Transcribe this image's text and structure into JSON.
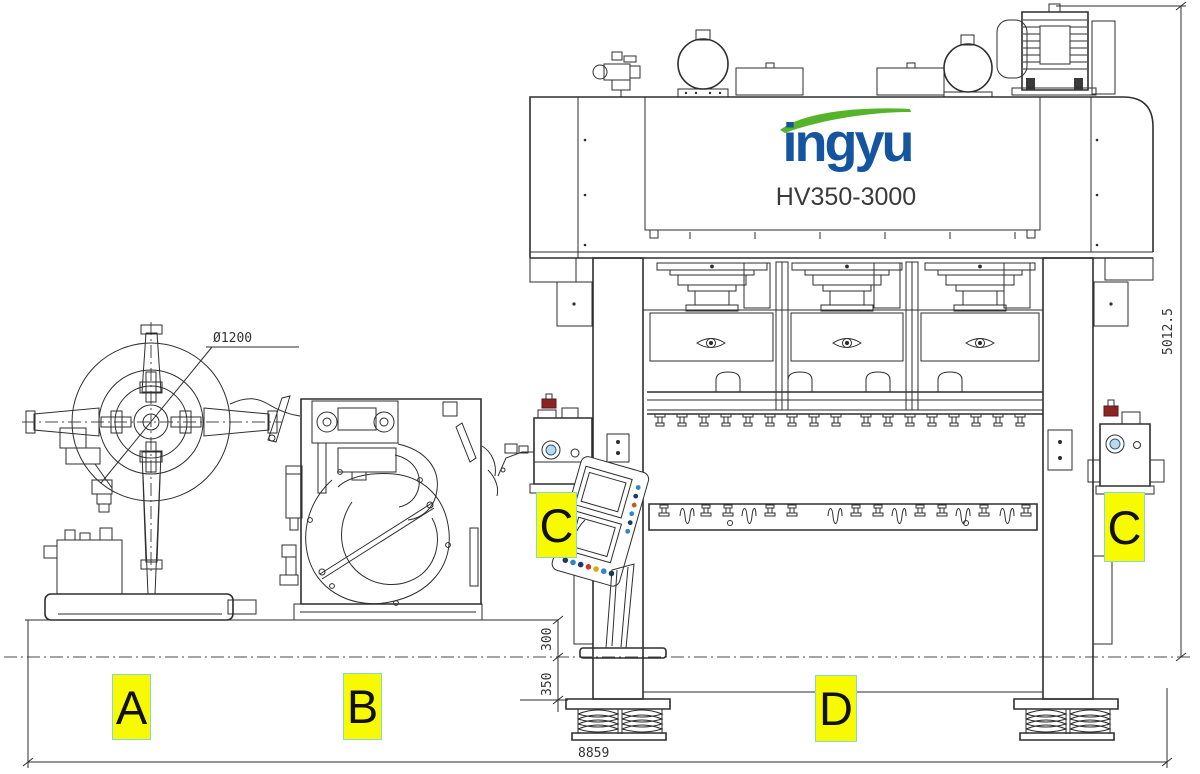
{
  "drawing": {
    "brand": "ingyu",
    "model": "HV350-3000",
    "labels": {
      "uncoiler": "A",
      "straightener": "B",
      "lubricator_left": "C",
      "lubricator_right": "C",
      "press_base": "D"
    },
    "dimensions": {
      "coil_od": "Ø1200",
      "overall_height": "5012.5",
      "passline_upper": "300",
      "passline_lower": "350",
      "overall_length": "8859"
    },
    "colors": {
      "brand_blue": "#15549e",
      "brand_green": "#56b42a",
      "highlight_yellow": "#f8fb00",
      "valve_red": "#8e2323",
      "line": "#2e2e2e"
    }
  }
}
